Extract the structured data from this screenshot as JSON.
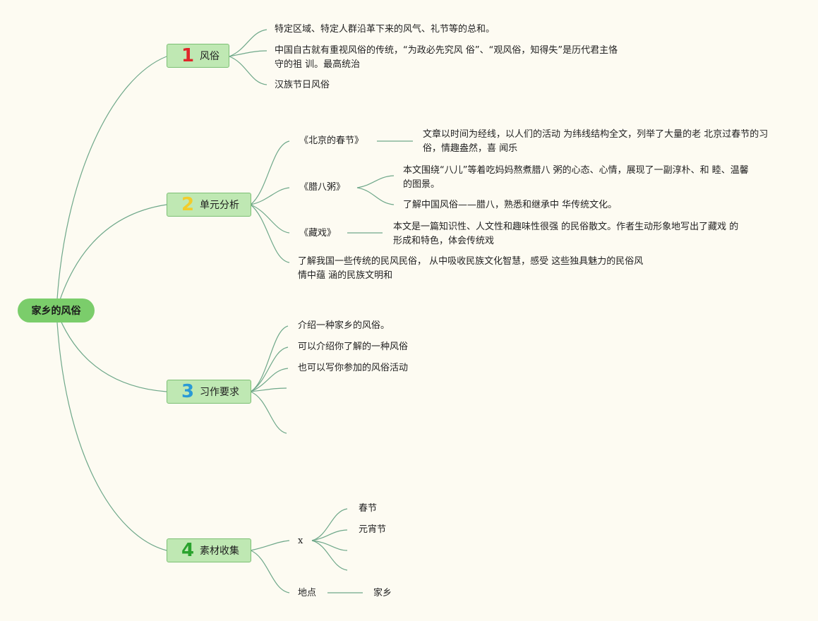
{
  "root": {
    "label": "家乡的风俗"
  },
  "branches": [
    {
      "number": "1",
      "number_color": "#e0262a",
      "label": "风俗",
      "items": [
        "特定区域、特定人群沿革下来的风气、礼节等的总和。",
        "中国自古就有重视风俗的传统，“为政必先究风 俗”、“观风俗，知得失”是历代君主恪守的祖 训。最高统治",
        "汉族节日风俗"
      ]
    },
    {
      "number": "2",
      "number_color": "#f2cc2b",
      "label": "单元分析",
      "items": [
        {
          "title": "《北京的春节》",
          "notes": [
            "文章以时间为经线，以人们的活动 为纬线结构全文，列举了大量的老 北京过春节的习俗，情趣盎然，喜 闻乐"
          ]
        },
        {
          "title": "《腊八粥》",
          "notes": [
            "本文围绕“八儿”等着吃妈妈熬煮腊八 粥的心态、心情，展现了一副淳朴、和 睦、温馨的图景。",
            "了解中国风俗——腊八，熟悉和继承中 华传统文化。"
          ]
        },
        {
          "title": "《藏戏》",
          "notes": [
            "本文是一篇知识性、人文性和趣味性很强 的民俗散文。作者生动形象地写出了藏戏 的形成和特色，体会传统戏"
          ]
        },
        {
          "title": "了解我国一些传统的民风民俗， 从中吸收民族文化智慧，感受 这些独具魅力的民俗风情中蕴 涵的民族文明和"
        }
      ]
    },
    {
      "number": "3",
      "number_color": "#2a9ad6",
      "label": "习作要求",
      "items": [
        "介绍一种家乡的风俗。",
        "可以介绍你了解的一种风俗",
        "也可以写你参加的风俗活动",
        "",
        ""
      ]
    },
    {
      "number": "4",
      "number_color": "#2aa22e",
      "label": "素材收集",
      "items": [
        {
          "title": "x",
          "subitems": [
            "春节",
            "元宵节",
            "",
            ""
          ]
        },
        {
          "title": "地点",
          "subitems": [
            "家乡"
          ]
        }
      ]
    }
  ],
  "colors": {
    "root_fill": "#7bcd6b",
    "branch_fill": "#bfe8b3",
    "link": "#6fa88a",
    "background": "#fdfbf2"
  }
}
